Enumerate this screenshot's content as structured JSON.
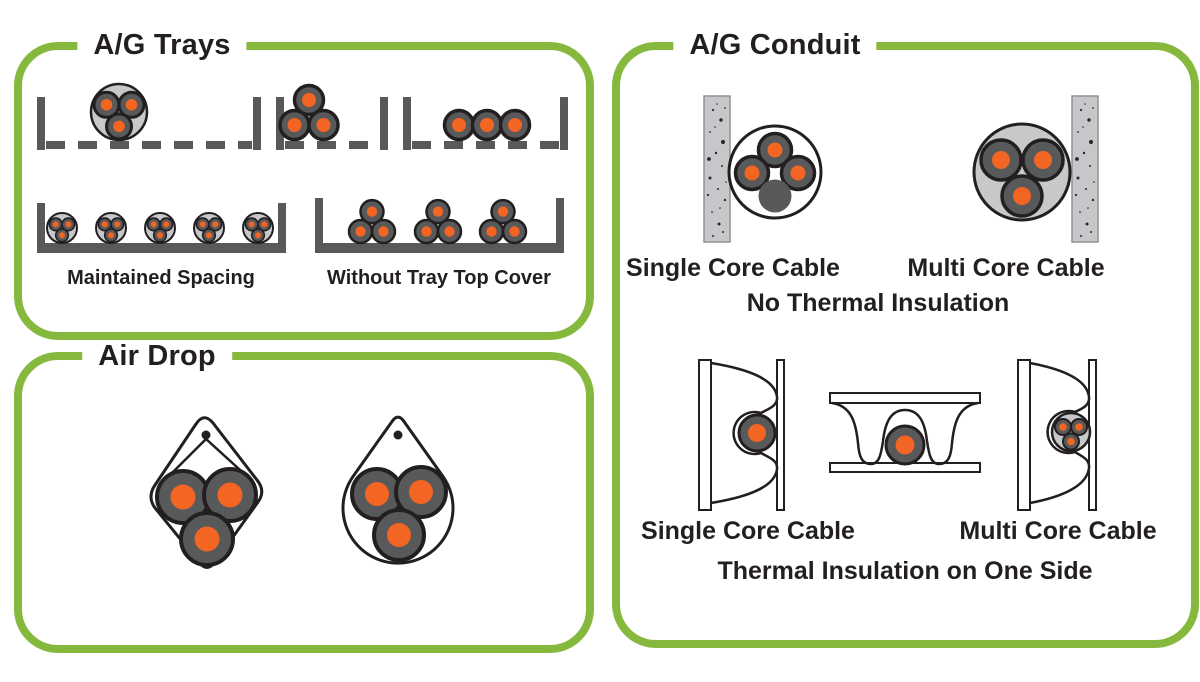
{
  "panels": {
    "trays": {
      "title": "A/G Trays",
      "label_maintained": "Maintained Spacing",
      "label_without_cover": "Without Tray Top Cover"
    },
    "air_drop": {
      "title": "Air Drop"
    },
    "conduit": {
      "title": "A/G Conduit",
      "no_insulation": {
        "single_label": "Single Core Cable",
        "multi_label": "Multi Core Cable",
        "caption": "No Thermal Insulation"
      },
      "one_side_insulation": {
        "single_label": "Single Core Cable",
        "multi_label": "Multi Core Cable",
        "caption": "Thermal Insulation on One Side"
      }
    }
  },
  "colors": {
    "accent_green": "#86B83E",
    "cable_gray": "#58595B",
    "core_orange": "#F26522",
    "sheath_gray": "#C7C8CA",
    "outline_black": "#231F20"
  }
}
